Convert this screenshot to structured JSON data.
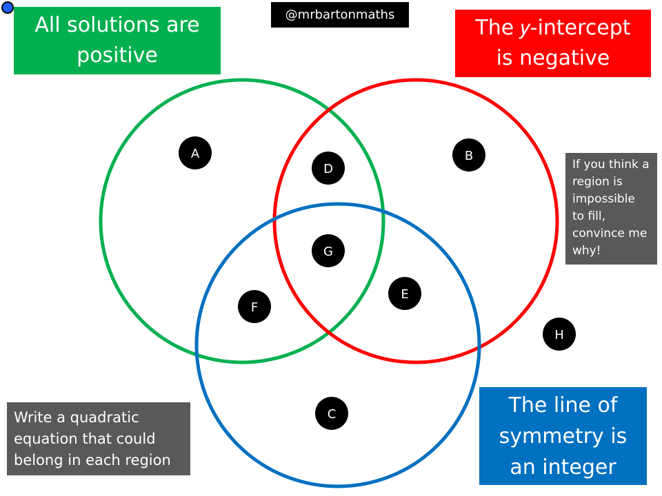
{
  "handle": "@mrbartonmaths",
  "sets": {
    "green": {
      "line1": "All solutions are",
      "line2": "positive",
      "color": "#00b050"
    },
    "red": {
      "line1": "The 𝑦-intercept",
      "line2": "is negative",
      "color": "#ff0000"
    },
    "blue": {
      "line1": "The line of",
      "line2": "symmetry is",
      "line3": "an integer",
      "color": "#0070c0"
    }
  },
  "note": {
    "lines": [
      "If you think a",
      "region is",
      "impossible",
      "to fill,",
      "convince me",
      "why!"
    ],
    "color": "#595959"
  },
  "task": {
    "lines": [
      "Write a quadratic",
      "equation that could",
      "belong in each region"
    ],
    "color": "#595959"
  },
  "regions": [
    "A",
    "B",
    "C",
    "D",
    "E",
    "F",
    "G",
    "H"
  ]
}
